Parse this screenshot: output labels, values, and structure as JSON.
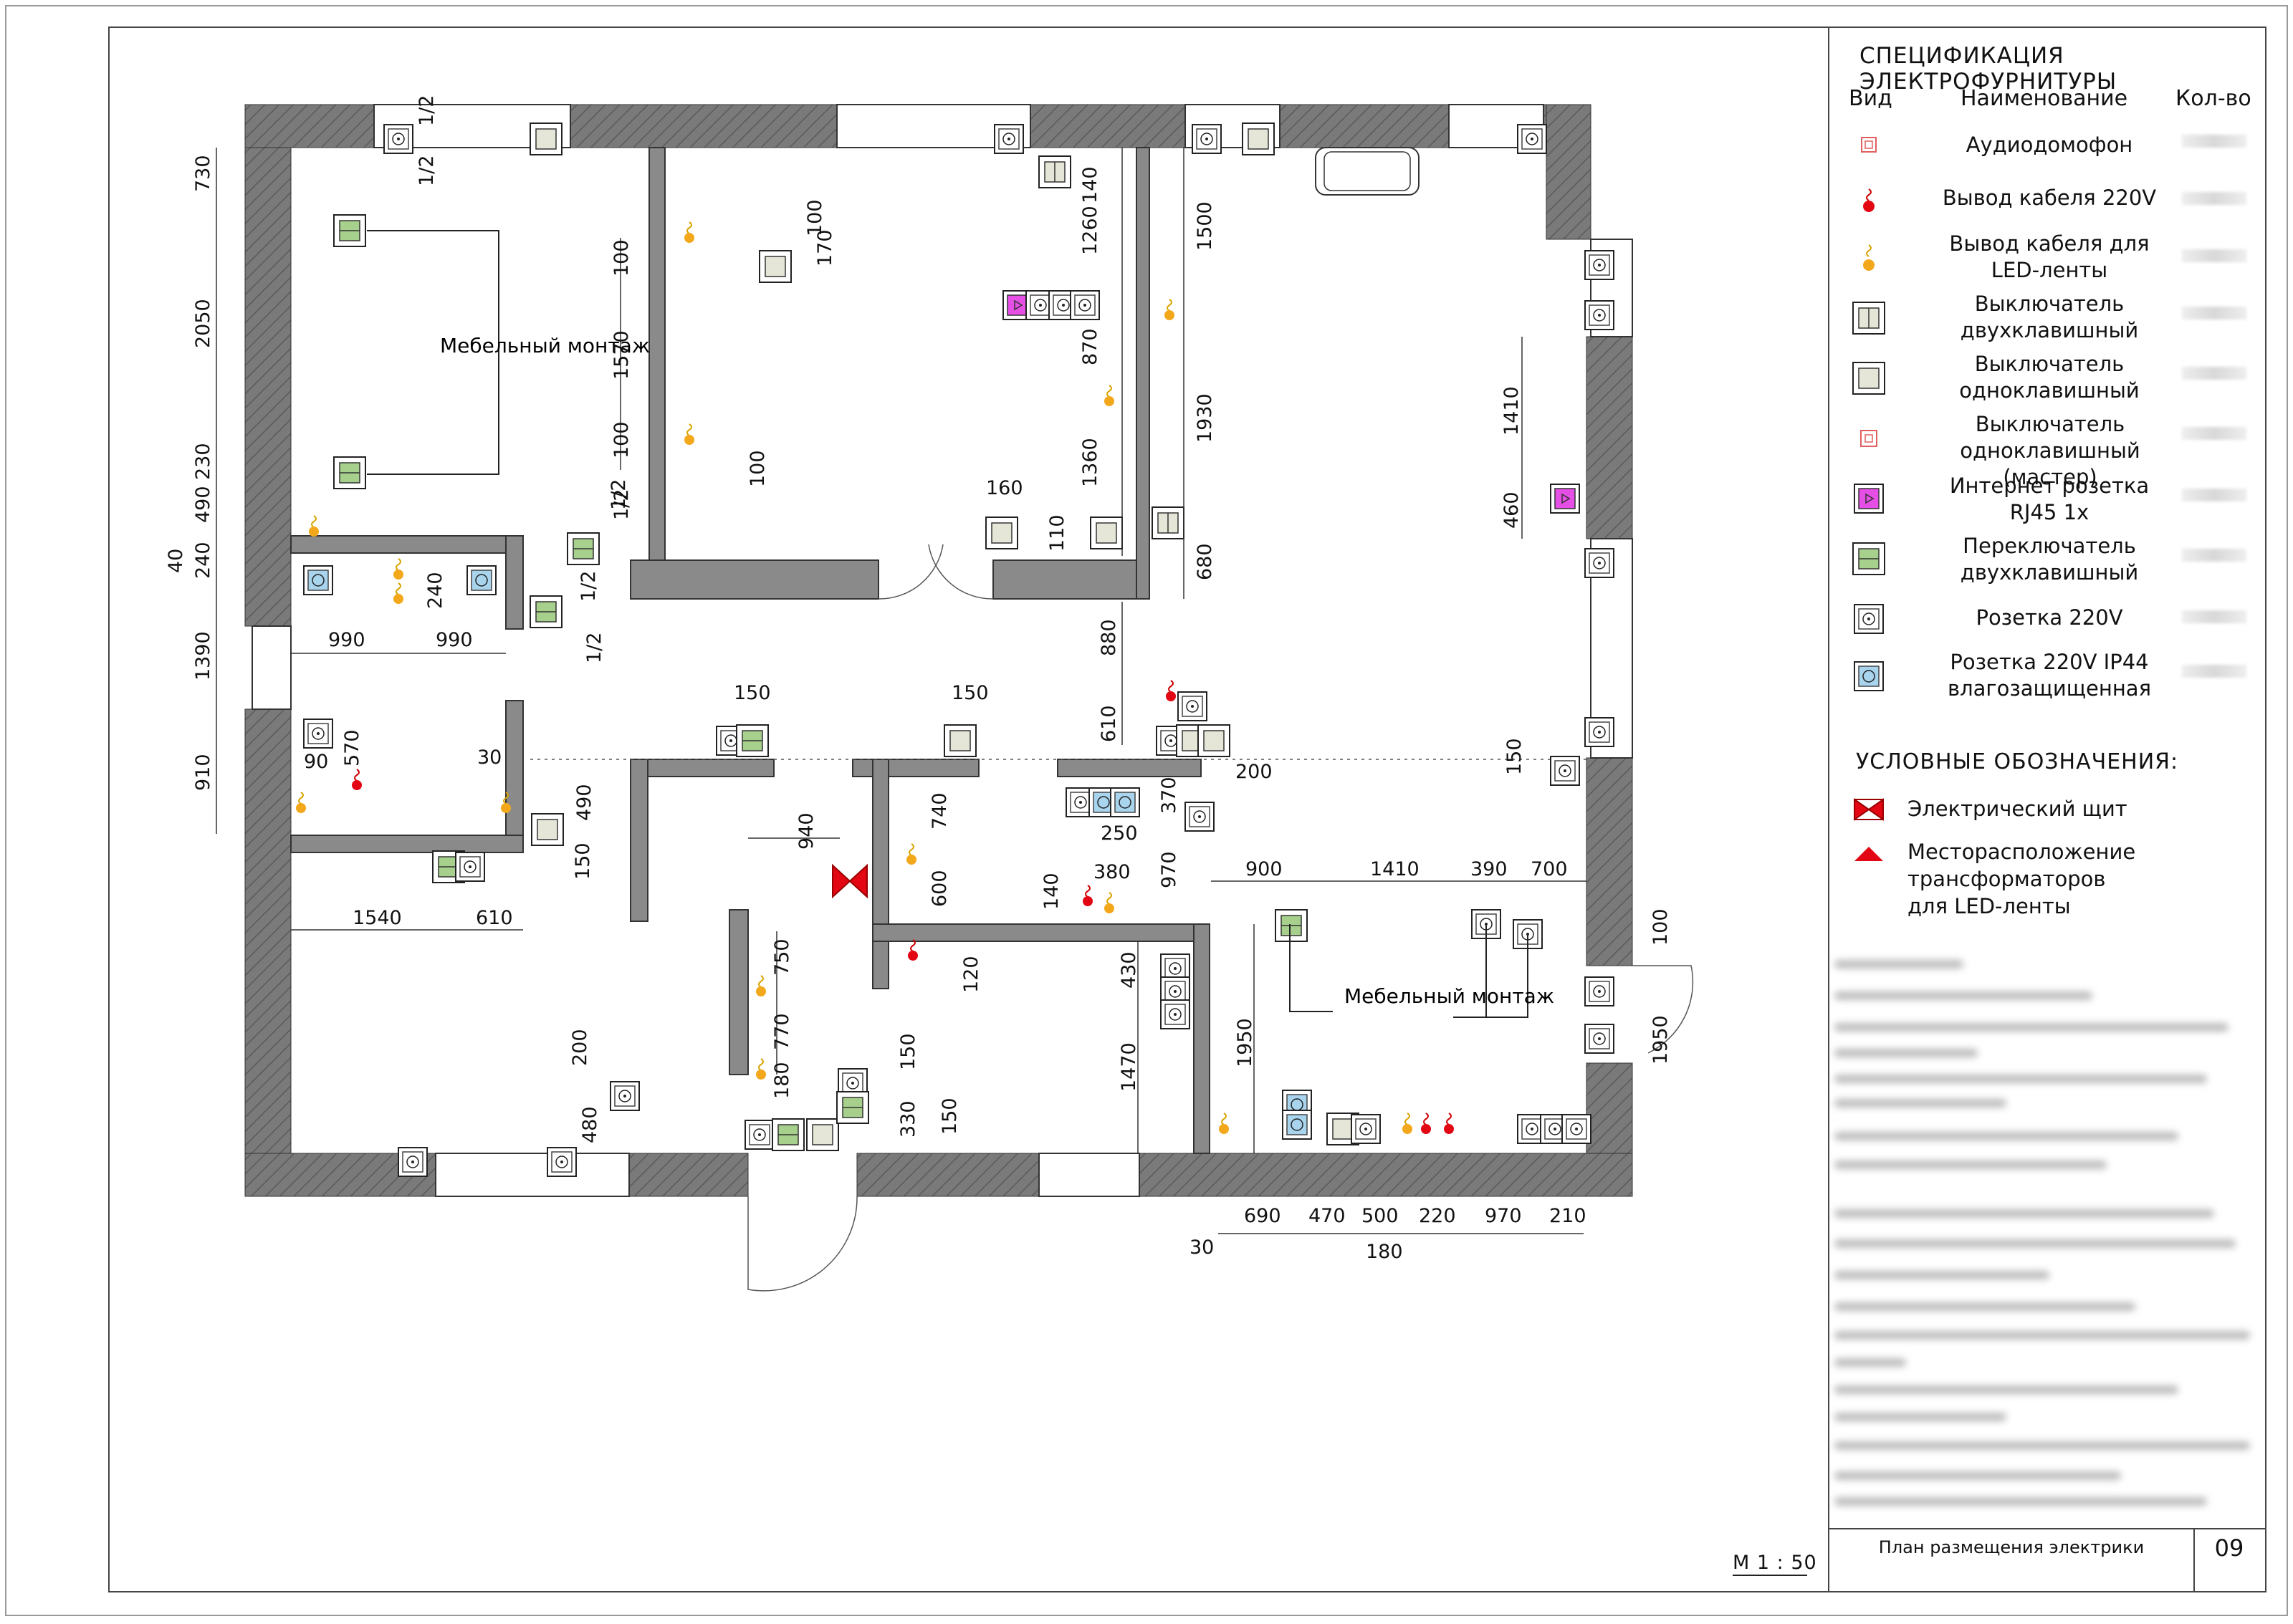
{
  "spec": {
    "title": "СПЕЦИФИКАЦИЯ ЭЛЕКТРОФУРНИТУРЫ",
    "headers": {
      "view": "Вид",
      "name": "Наименование",
      "qty": "Кол-во"
    },
    "items": [
      {
        "name": "Аудиодомофон",
        "icon": "intercom-icon"
      },
      {
        "name": "Вывод кабеля 220V",
        "icon": "cable-220v-icon"
      },
      {
        "name": "Вывод кабеля для LED-ленты",
        "icon": "led-cable-icon"
      },
      {
        "name": "Выключатель двухклавишный",
        "icon": "double-switch-icon"
      },
      {
        "name": "Выключатель одноклавишный",
        "icon": "single-switch-icon"
      },
      {
        "name": "Выключатель одноклавишный (мастер)",
        "icon": "master-switch-icon"
      },
      {
        "name": "Интернет розетка RJ45 1x",
        "icon": "rj45-socket-icon"
      },
      {
        "name": "Переключатель двухклавишный",
        "icon": "double-changeover-icon"
      },
      {
        "name": "Розетка 220V",
        "icon": "socket-220v-icon"
      },
      {
        "name": "Розетка 220V IP44 влагозащищенная",
        "icon": "socket-ip44-icon"
      }
    ]
  },
  "legend": {
    "title": "УСЛОВНЫЕ ОБОЗНАЧЕНИЯ:",
    "items": [
      {
        "name": "Электрический щит",
        "icon": "electrical-panel-icon"
      },
      {
        "name": "Месторасположение трансформаторов для LED-ленты",
        "icon": "transformer-location-icon"
      }
    ]
  },
  "stamp": {
    "title": "План размещения электрики",
    "number": "09",
    "scale": "М 1 : 50"
  },
  "plan": {
    "furniture_note": "Мебельный монтаж",
    "dims_left": [
      "730",
      "2050",
      "230",
      "490",
      "240",
      "40",
      "1390",
      "910"
    ],
    "dims_top": [
      "1/2",
      "1/2",
      "1/2",
      "100",
      "1570",
      "100",
      "170",
      "100",
      "100",
      "140",
      "1260",
      "870",
      "1360",
      "1500",
      "1930",
      "680",
      "160",
      "110",
      "1410",
      "460"
    ],
    "dims_mid": [
      "990",
      "990",
      "1/2",
      "1/2",
      "1/2",
      "240",
      "880",
      "610",
      "150",
      "150",
      "90",
      "570",
      "30",
      "490",
      "150",
      "940",
      "740",
      "600",
      "250",
      "380",
      "370",
      "970",
      "200",
      "150",
      "140",
      "120",
      "430",
      "1470",
      "1540",
      "610",
      "750",
      "770",
      "180",
      "200",
      "480",
      "150",
      "330",
      "150",
      "900",
      "1410",
      "390",
      "700",
      "100",
      "1950",
      "1950"
    ],
    "dims_bottom": [
      "690",
      "470",
      "500",
      "220",
      "970",
      "210",
      "30",
      "180"
    ]
  }
}
